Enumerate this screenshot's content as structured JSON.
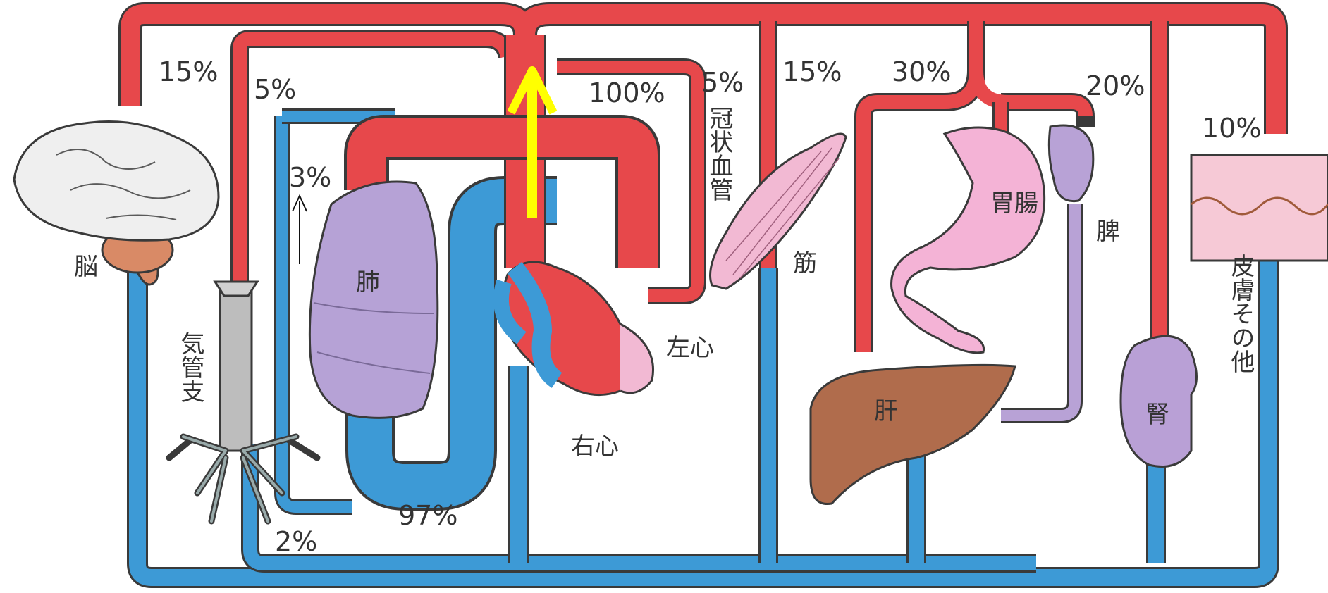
{
  "colors": {
    "artery": "#e7484b",
    "vein": "#3d9ad6",
    "outline": "#3a3a3a",
    "brain": "#efefef",
    "cerebellum": "#d98a66",
    "lung": "#b6a2d6",
    "muscle": "#f2b9d3",
    "stomach": "#f4b3d6",
    "spleen": "#b8a2d6",
    "liver": "#b06c4c",
    "kidney": "#b9a0d6",
    "skin": "#f6c9d6",
    "highlight_arrow": "#ffff00"
  },
  "percentages": {
    "brain": "15%",
    "bronchi": "5%",
    "lung_inner": "3%",
    "bronchi_return": "2%",
    "lung": "97%",
    "heart": "100%",
    "coronary": "5%",
    "muscle": "15%",
    "gut": "30%",
    "kidney": "20%",
    "skin": "10%"
  },
  "organs": {
    "brain": "脳",
    "bronchi": "気管支",
    "lung": "肺",
    "left_heart": "左心",
    "right_heart": "右心",
    "coronary": "冠状血管",
    "muscle": "筋",
    "stomach": "胃腸",
    "spleen": "脾",
    "liver": "肝",
    "kidney": "腎",
    "skin": "皮膚その他"
  }
}
